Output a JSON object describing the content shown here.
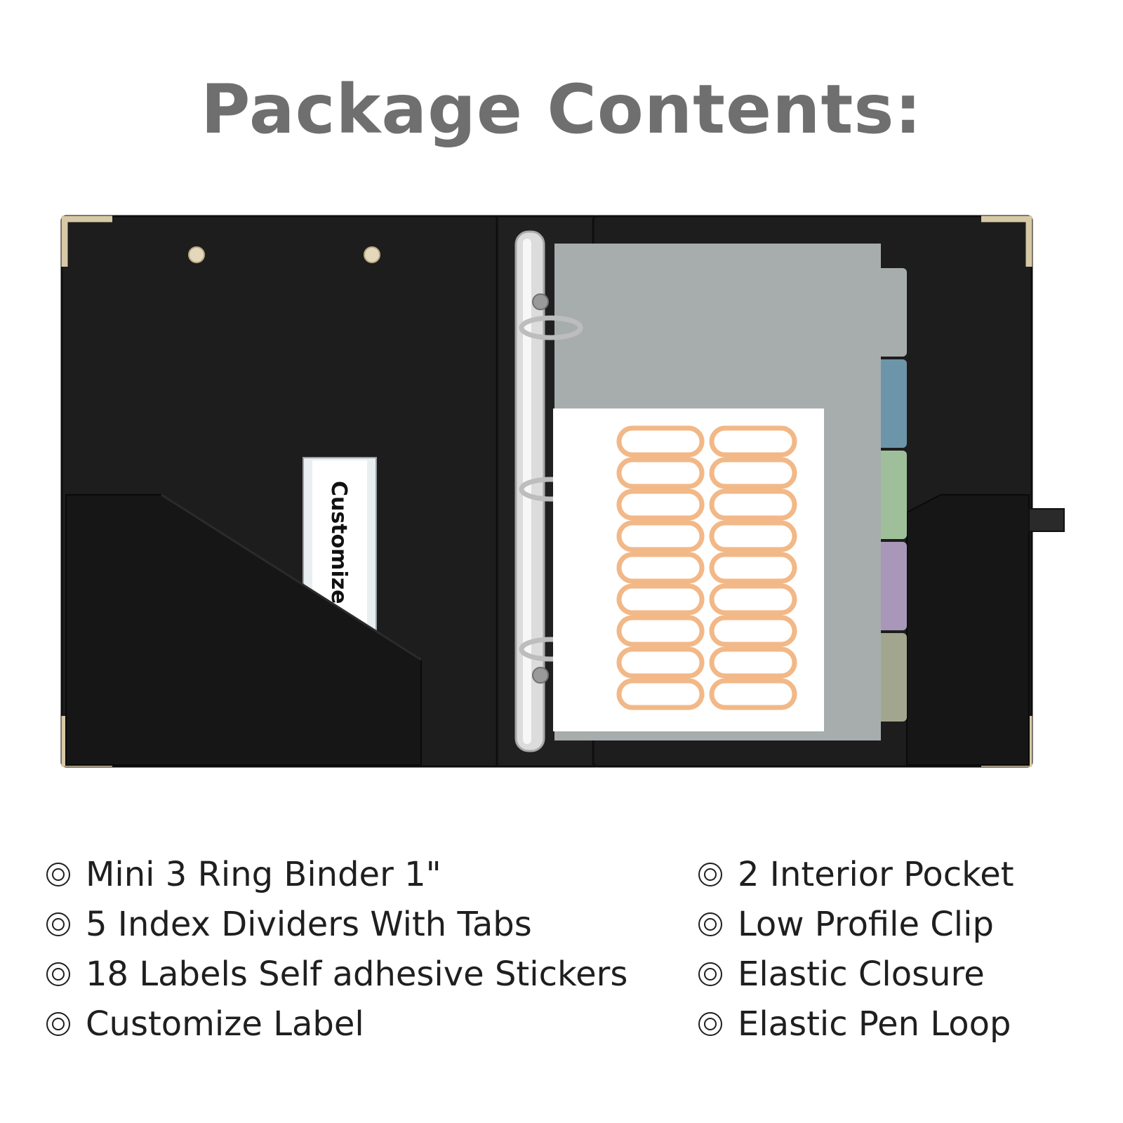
{
  "title": "Package Contents:",
  "binder": {
    "label_insert_text": "Customize L",
    "divider_tab_colors": [
      "#a7adad",
      "#6d95aa",
      "#9fbf9a",
      "#a897b8",
      "#a3a68e"
    ],
    "label_sticker_color": "#f2b887",
    "sticker_count": 18,
    "colors": {
      "cover": "#1d1d1d",
      "corners": "#d8c9a6",
      "divider": "#a7adad"
    }
  },
  "features_left": [
    {
      "icon": "double-circle-bullet-icon",
      "text": "Mini 3 Ring Binder 1\""
    },
    {
      "icon": "double-circle-bullet-icon",
      "text": "5 Index Dividers With Tabs"
    },
    {
      "icon": "double-circle-bullet-icon",
      "text": "18 Labels Self adhesive Stickers"
    },
    {
      "icon": "double-circle-bullet-icon",
      "text": "Customize Label"
    }
  ],
  "features_right": [
    {
      "icon": "double-circle-bullet-icon",
      "text": "2 Interior Pocket"
    },
    {
      "icon": "double-circle-bullet-icon",
      "text": "Low Profile Clip"
    },
    {
      "icon": "double-circle-bullet-icon",
      "text": "Elastic Closure"
    },
    {
      "icon": "double-circle-bullet-icon",
      "text": "Elastic Pen Loop"
    }
  ]
}
